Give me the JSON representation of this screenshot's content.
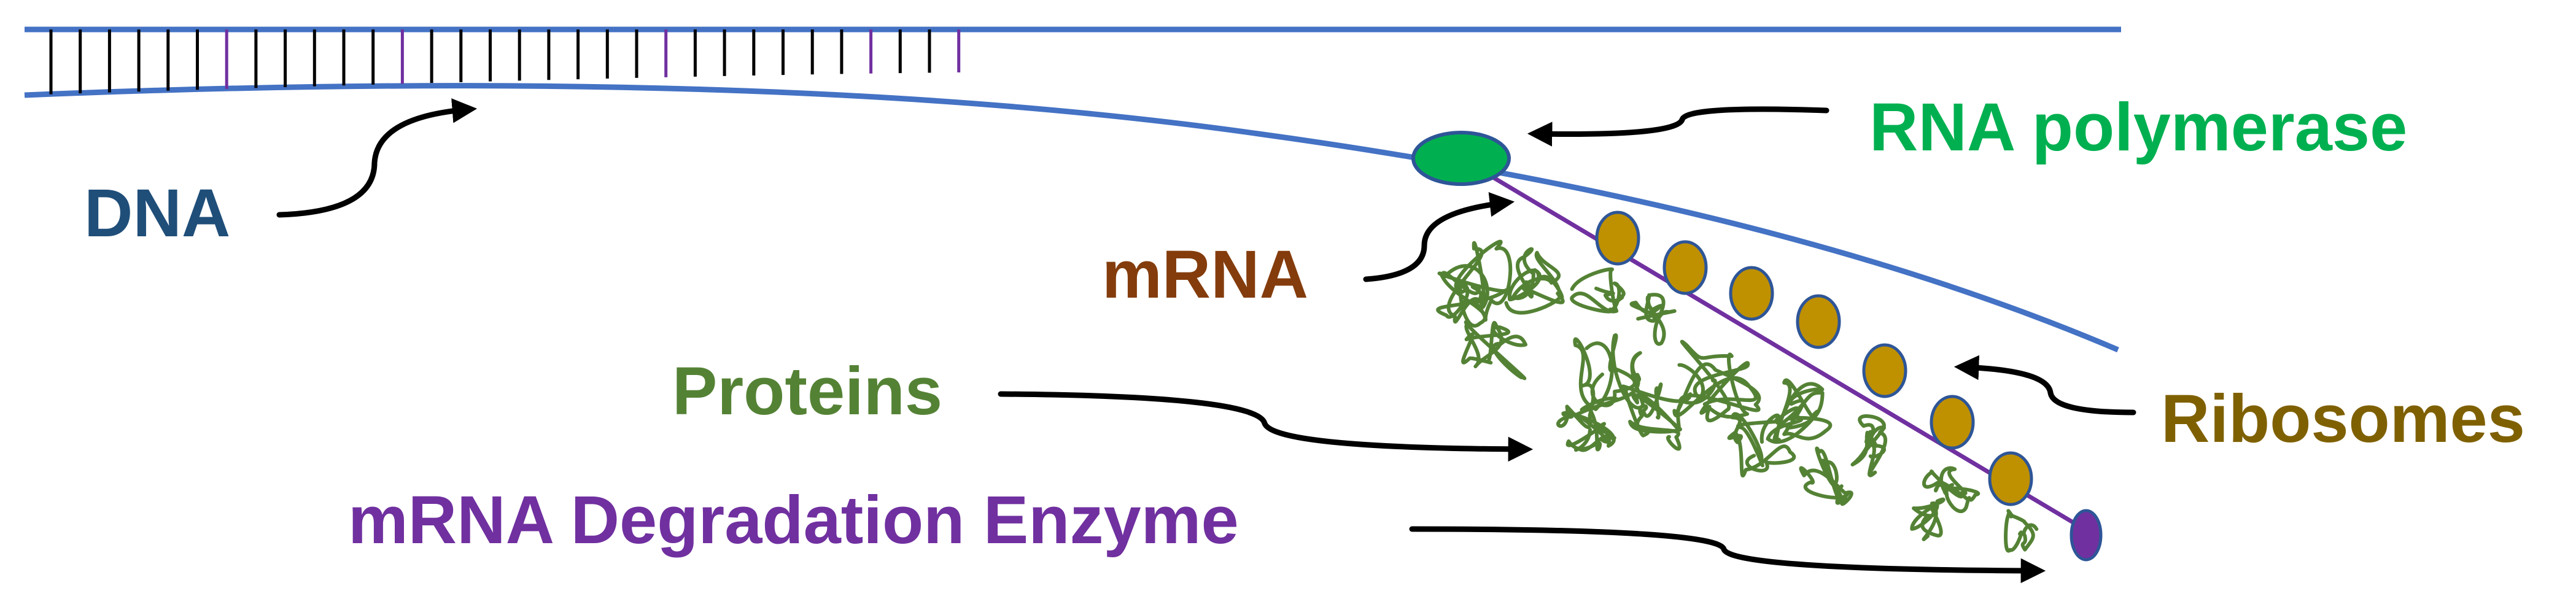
{
  "labels": {
    "dna": "DNA",
    "rna_polymerase": "RNA polymerase",
    "mrna": "mRNA",
    "proteins": "Proteins",
    "ribosomes": "Ribosomes",
    "degradation_enzyme": "mRNA Degradation Enzyme"
  },
  "colors": {
    "dna_strand": "#4472c4",
    "dna_label": "#1f4e79",
    "base_pair": "#000000",
    "base_pair_alt": "#7030a0",
    "rna_polymerase": "#00b050",
    "mrna_label": "#843c0c",
    "mrna_strand": "#7030a0",
    "proteins": "#548235",
    "ribosome": "#bf9000",
    "ribosomes_label": "#7f6000",
    "enzyme": "#7030a0",
    "arrow": "#000000"
  },
  "icons": {
    "rna_polymerase": "green-ellipse",
    "ribosome": "gold-circle",
    "protein": "tangled-chain",
    "enzyme": "purple-ellipse"
  },
  "counts": {
    "ribosomes": 7,
    "base_pairs": 32
  }
}
